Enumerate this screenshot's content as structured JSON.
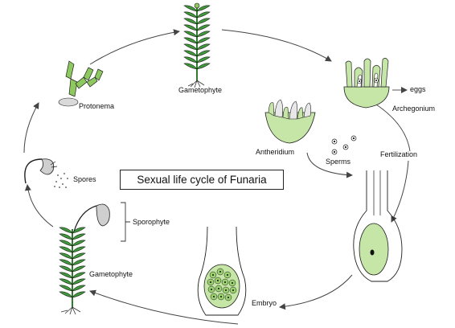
{
  "title": "Sexual life cycle of Funaria",
  "labels": {
    "gametophyte_top": "Gametophyte",
    "archegonium": "Archegonium",
    "eggs": "eggs",
    "antheridium": "Antheridium",
    "sperms": "Sperms",
    "fertilization": "Fertilization",
    "protonema": "Protonema",
    "spores": "Spores",
    "sporophyte": "Sporophyte",
    "gametophyte_bottom": "Gametophyte",
    "embryo": "Embryo"
  },
  "colors": {
    "leaf": "#3e9a3a",
    "leaf_light": "#8dc95f",
    "tissue": "#c6e6a8",
    "cell": "#9bd06e",
    "capsule": "#cfcfcf",
    "outline": "#1f1f1f",
    "arrow": "#444444"
  }
}
